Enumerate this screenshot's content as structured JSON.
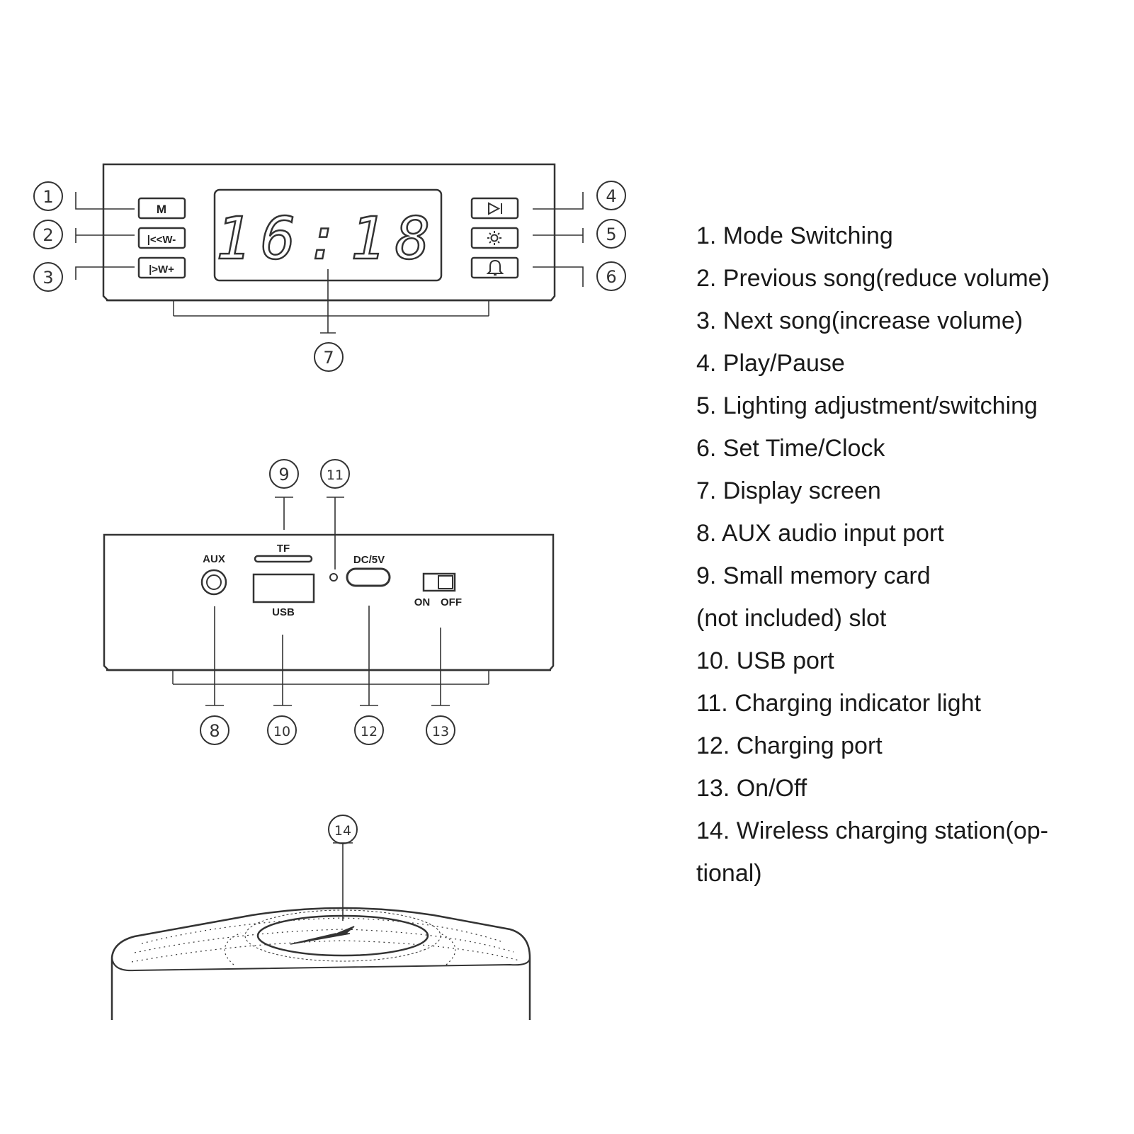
{
  "callouts": [
    "1",
    "2",
    "3",
    "4",
    "5",
    "6",
    "7",
    "8",
    "9",
    "10",
    "11",
    "12",
    "13",
    "14"
  ],
  "front_panel": {
    "buttons_left": [
      "M",
      "|<<W-",
      "|>W+"
    ],
    "clock_display": "16:18"
  },
  "back_panel": {
    "aux_label": "AUX",
    "tf_label": "TF",
    "usb_label": "USB",
    "dc_label": "DC/5V",
    "switch_on_label": "ON",
    "switch_off_label": "OFF"
  },
  "legend": [
    "1. Mode Switching",
    "2. Previous song(reduce volume)",
    "3. Next song(increase volume)",
    "4. Play/Pause",
    "5. Lighting adjustment/switching",
    "6. Set Time/Clock",
    "7. Display screen",
    "8. AUX audio input port",
    "9. Small memory card",
    "(not included) slot",
    "10. USB port",
    "11. Charging indicator light",
    "12. Charging port",
    "13. On/Off",
    "14. Wireless charging station(op-",
    "tional)"
  ],
  "colors": {
    "line": "#333333",
    "text": "#1a1a1a",
    "background": "#ffffff"
  }
}
